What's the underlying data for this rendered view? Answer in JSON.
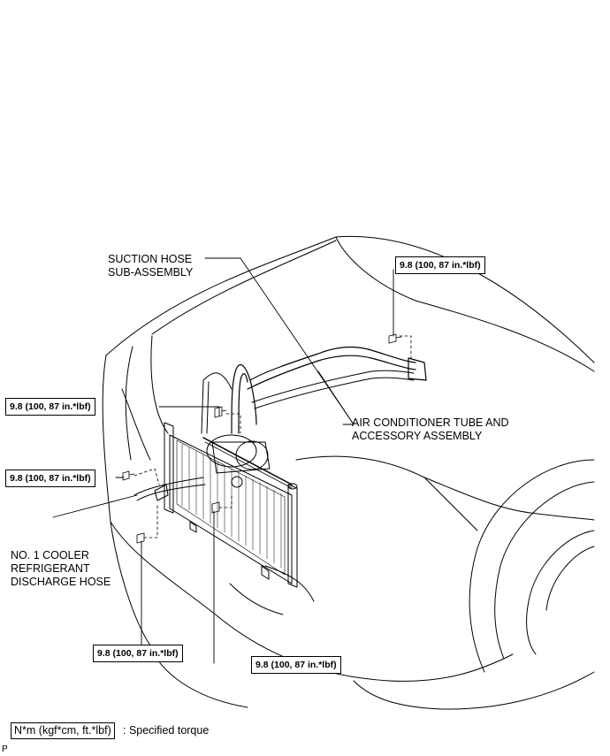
{
  "labels": {
    "suction_hose": [
      "SUCTION HOSE",
      "SUB-ASSEMBLY"
    ],
    "ac_tube": [
      "AIR CONDITIONER TUBE AND",
      "ACCESSORY ASSEMBLY"
    ],
    "discharge_hose": [
      "NO. 1 COOLER",
      "REFRIGERANT",
      "DISCHARGE HOSE"
    ]
  },
  "torque_callouts": [
    "9.8 (100, 87 in.*lbf)",
    "9.8 (100, 87 in.*lbf)",
    "9.8 (100, 87 in.*lbf)",
    "9.8 (100, 87 in.*lbf)",
    "9.8 (100, 87 in.*lbf)"
  ],
  "legend": {
    "unit_box": "N*m (kgf*cm, ft.*lbf)",
    "description": ": Specified torque"
  },
  "corner_mark": "P"
}
